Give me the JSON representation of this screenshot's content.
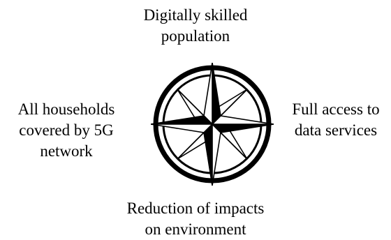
{
  "labels": {
    "top": {
      "line1": "Digitally skilled",
      "line2": "population"
    },
    "left": {
      "line1": "All households",
      "line2": "covered by 5G",
      "line3": "network"
    },
    "right": {
      "line1": "Full access to",
      "line2": "data services"
    },
    "bottom": {
      "line1": "Reduction of impacts",
      "line2": "on environment"
    }
  },
  "colors": {
    "ink": "#000000",
    "paper": "#ffffff"
  },
  "icon": "compass-rose-icon"
}
